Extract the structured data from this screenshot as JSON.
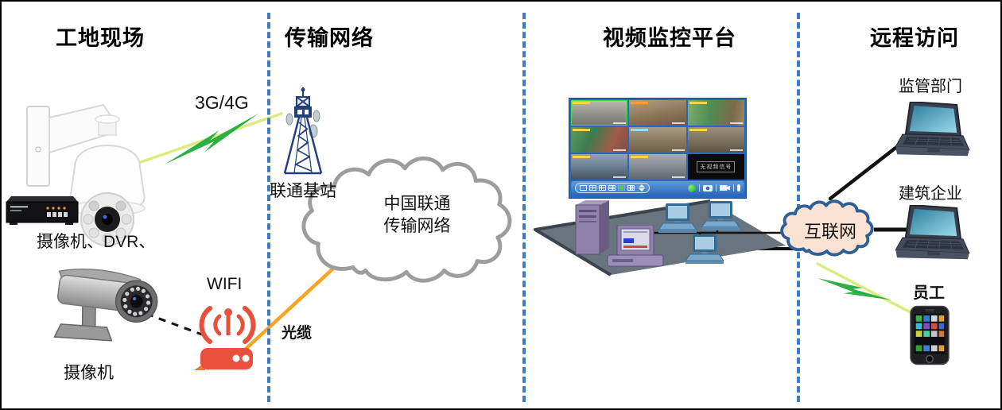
{
  "sections": [
    {
      "title": "工地现场"
    },
    {
      "title": "传输网络"
    },
    {
      "title": "视频监控平台"
    },
    {
      "title": "远程访问"
    }
  ],
  "site": {
    "camera_dvr_label": "摄像机、DVR、",
    "bullet_camera_label": "摄像机",
    "link_3g4g_label": "3G/4G",
    "wifi_label": "WIFI"
  },
  "transmission": {
    "base_station_label": "联通基站",
    "cloud_name_line1": "中国联通",
    "cloud_name_line2": "传输网络",
    "fiber_label": "光缆"
  },
  "platform": {
    "no_signal_label": "无视频信号"
  },
  "remote": {
    "regulator_label": "监管部门",
    "enterprise_label": "建筑企业",
    "employee_label": "员工",
    "internet_label": "互联网"
  },
  "colors": {
    "divider_blue": "#3e7cc0",
    "lightning_green": "#2cb043",
    "lightning_light": "#dcec7c",
    "fiber_orange": "#f9a424",
    "wifi_red": "#e8503b",
    "tower_blue": "#24407c",
    "cloud_gray": "#9d9d9d",
    "internet_cloud_fill": "#fae3d3",
    "internet_cloud_stroke": "#2e5f96"
  }
}
